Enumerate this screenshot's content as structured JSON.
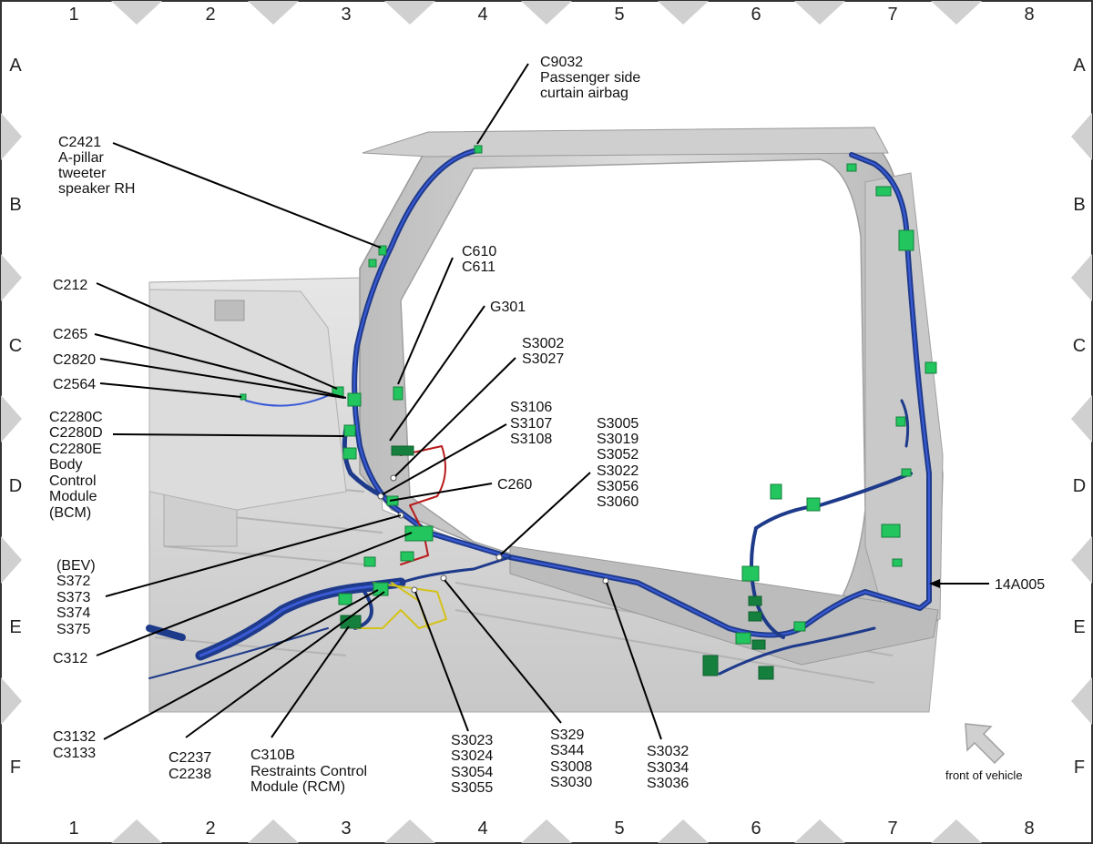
{
  "grid": {
    "columns": [
      "1",
      "2",
      "3",
      "4",
      "5",
      "6",
      "7",
      "8"
    ],
    "rows": [
      "A",
      "B",
      "C",
      "D",
      "E",
      "F"
    ]
  },
  "callouts": [
    {
      "id": "c9032",
      "lines": [
        "C9032",
        "Passenger side",
        "curtain airbag"
      ]
    },
    {
      "id": "c2421",
      "lines": [
        "C2421",
        "A-pillar",
        "tweeter",
        "speaker RH"
      ]
    },
    {
      "id": "c610",
      "lines": [
        "C610",
        "C611"
      ]
    },
    {
      "id": "c212",
      "lines": [
        "C212"
      ]
    },
    {
      "id": "g301",
      "lines": [
        "G301"
      ]
    },
    {
      "id": "c265",
      "lines": [
        "C265"
      ]
    },
    {
      "id": "s3002",
      "lines": [
        "S3002",
        "S3027"
      ]
    },
    {
      "id": "c2820",
      "lines": [
        "C2820"
      ]
    },
    {
      "id": "c2564",
      "lines": [
        "C2564"
      ]
    },
    {
      "id": "s3106",
      "lines": [
        "S3106",
        "S3107",
        "S3108"
      ]
    },
    {
      "id": "s3005",
      "lines": [
        "S3005",
        "S3019",
        "S3052",
        "S3022",
        "S3056",
        "S3060"
      ]
    },
    {
      "id": "c2280",
      "lines": [
        "C2280C",
        "C2280D",
        "C2280E",
        "Body",
        "Control",
        "Module",
        "(BCM)"
      ]
    },
    {
      "id": "c260",
      "lines": [
        "C260"
      ]
    },
    {
      "id": "bev",
      "lines": [
        "(BEV)",
        "S372",
        "S373",
        "S374",
        "S375"
      ]
    },
    {
      "id": "c14a005",
      "lines": [
        "14A005"
      ]
    },
    {
      "id": "c312",
      "lines": [
        "C312"
      ]
    },
    {
      "id": "c3132",
      "lines": [
        "C3132",
        "C3133"
      ]
    },
    {
      "id": "c2237",
      "lines": [
        "C2237",
        "C2238"
      ]
    },
    {
      "id": "c310b",
      "lines": [
        "C310B",
        "Restraints Control",
        "Module (RCM)"
      ]
    },
    {
      "id": "s3023",
      "lines": [
        "S3023",
        "S3024",
        "S3054",
        "S3055"
      ]
    },
    {
      "id": "s329",
      "lines": [
        "S329",
        "S344",
        "S3008",
        "S3030"
      ]
    },
    {
      "id": "s3032",
      "lines": [
        "S3032",
        "S3034",
        "S3036"
      ]
    }
  ],
  "orientation": {
    "label": "front of vehicle"
  },
  "colors": {
    "harness": "#1e3a8a",
    "harness_highlight": "#3b5bd6",
    "connector": "#22c55e",
    "connector_dark": "#15803d",
    "body_panel": "#d4d4d4",
    "red_wire": "#b91c1c",
    "yellow_wire": "#d4c21a",
    "grid_marker": "#d0d0d0"
  }
}
